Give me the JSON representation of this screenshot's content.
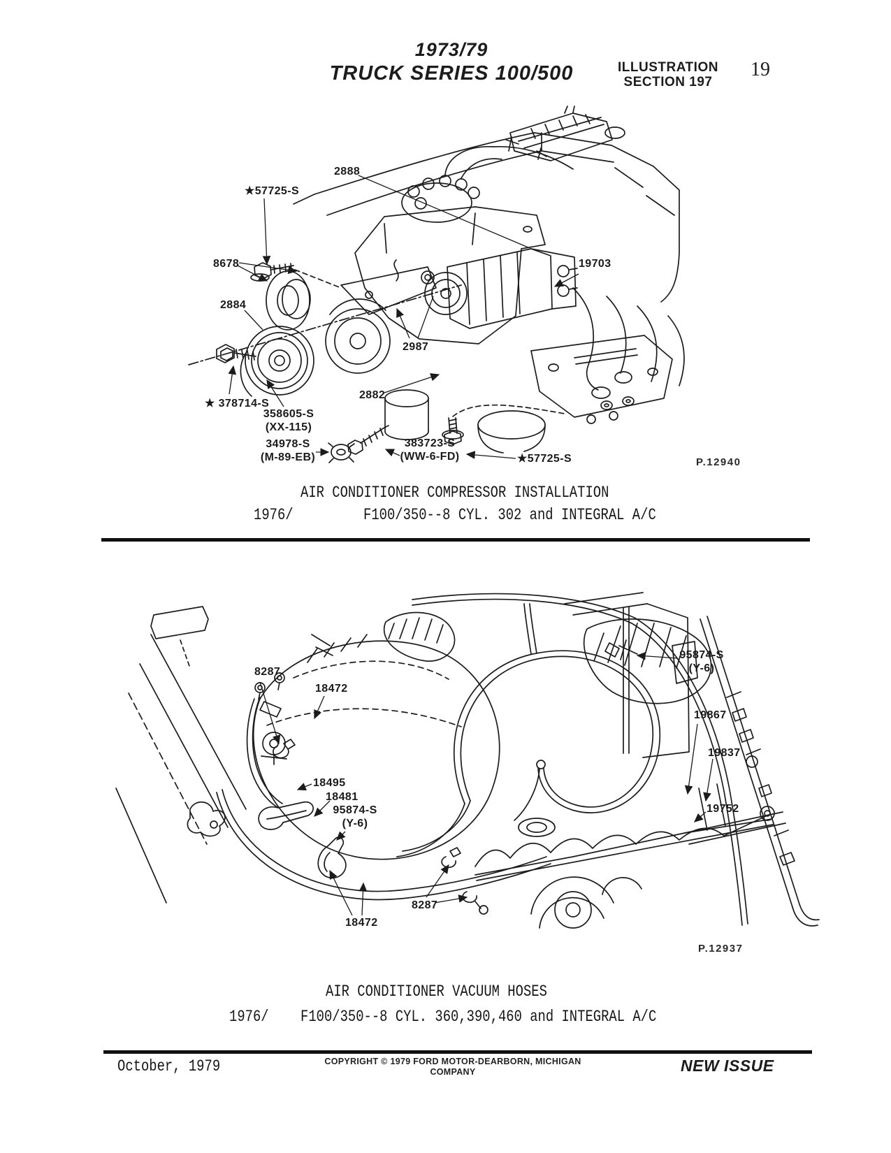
{
  "header": {
    "series_year": "1973/79",
    "series_title": "TRUCK SERIES 100/500",
    "section_line1": "ILLUSTRATION",
    "section_line2": "SECTION 197",
    "page_number": "19"
  },
  "figure1": {
    "caption_title": "AIR CONDITIONER COMPRESSOR INSTALLATION",
    "caption_year": "1976/",
    "caption_spec": "F100/350--8 CYL. 302 and INTEGRAL A/C",
    "plate_number": "P.12940",
    "part_labels": [
      {
        "text": "2888"
      },
      {
        "text": "★57725-S"
      },
      {
        "text": "8678"
      },
      {
        "text": "2884"
      },
      {
        "text": "19703"
      },
      {
        "text": "2987"
      },
      {
        "text": "2882"
      },
      {
        "text": "★ 378714-S"
      },
      {
        "text": "358605-S\n(XX-115)"
      },
      {
        "text": "34978-S\n(M-89-EB)"
      },
      {
        "text": "383723-S\n(WW-6-FD)"
      },
      {
        "text": "★57725-S"
      }
    ]
  },
  "figure2": {
    "caption_title": "AIR CONDITIONER VACUUM HOSES",
    "caption_year": "1976/",
    "caption_spec": "F100/350--8 CYL. 360,390,460 and INTEGRAL A/C",
    "plate_number": "P.12937",
    "part_labels": [
      {
        "text": "8287"
      },
      {
        "text": "18472"
      },
      {
        "text": "18495"
      },
      {
        "text": "18481"
      },
      {
        "text": "95874-S\n(Y-6)"
      },
      {
        "text": "8287"
      },
      {
        "text": "18472"
      },
      {
        "text": "95874-S\n(Y-6)"
      },
      {
        "text": "19867"
      },
      {
        "text": "19837"
      },
      {
        "text": "19752"
      }
    ]
  },
  "footer": {
    "date": "October, 1979",
    "copyright_line1": "COPYRIGHT © 1979  FORD MOTOR-DEARBORN, MICHIGAN",
    "copyright_line2": "COMPANY",
    "issue_label": "NEW ISSUE"
  },
  "colors": {
    "ink": "#1c1c1c",
    "paper": "#ffffff"
  }
}
